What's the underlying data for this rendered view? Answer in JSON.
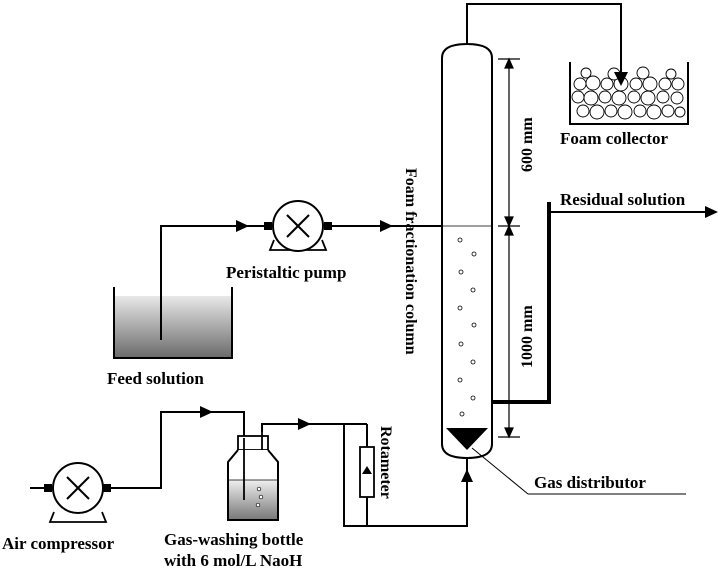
{
  "labels": {
    "foam_collector": "Foam collector",
    "residual_solution": "Residual solution",
    "peristaltic_pump": "Peristaltic pump",
    "feed_solution": "Feed solution",
    "foam_fractionation_column": "Foam fractionation column",
    "dim_upper": "600 mm",
    "dim_lower": "1000 mm",
    "rotameter": "Rotameter",
    "gas_distributor": "Gas distributor",
    "air_compressor": "Air compressor",
    "gas_washing_bottle_line1": "Gas-washing bottle",
    "gas_washing_bottle_line2": "with 6 mol/L NaoH"
  }
}
